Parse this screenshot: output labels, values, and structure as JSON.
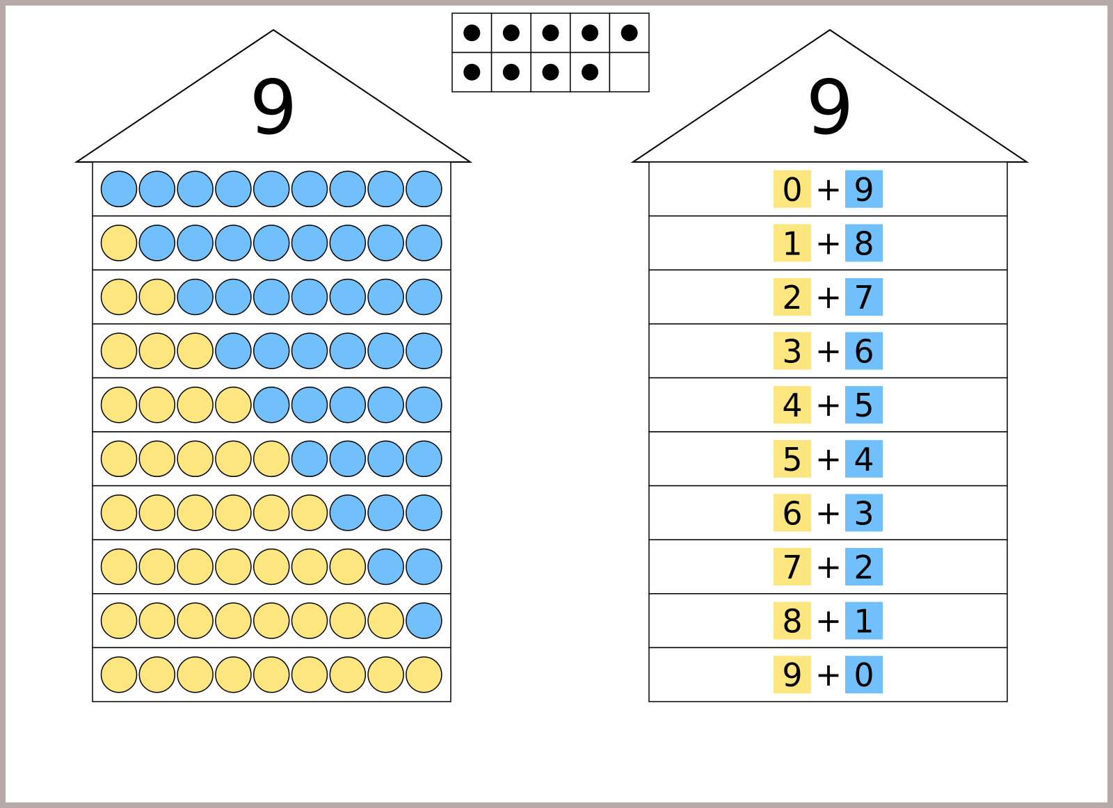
{
  "colors": {
    "yellow": "#fde57f",
    "blue": "#72c0fb",
    "outline": "#000000",
    "frame_background": "#b6aaa9",
    "page": "#ffffff"
  },
  "ten_frame": {
    "dots_filled": 9,
    "cells": 10
  },
  "left_house": {
    "roof_number": "9",
    "rows": [
      {
        "yellow": 0,
        "blue": 9
      },
      {
        "yellow": 1,
        "blue": 8
      },
      {
        "yellow": 2,
        "blue": 7
      },
      {
        "yellow": 3,
        "blue": 6
      },
      {
        "yellow": 4,
        "blue": 5
      },
      {
        "yellow": 5,
        "blue": 4
      },
      {
        "yellow": 6,
        "blue": 3
      },
      {
        "yellow": 7,
        "blue": 2
      },
      {
        "yellow": 8,
        "blue": 1
      },
      {
        "yellow": 9,
        "blue": 0
      }
    ]
  },
  "right_house": {
    "roof_number": "9",
    "operator": "+",
    "rows": [
      {
        "a": "0",
        "b": "9"
      },
      {
        "a": "1",
        "b": "8"
      },
      {
        "a": "2",
        "b": "7"
      },
      {
        "a": "3",
        "b": "6"
      },
      {
        "a": "4",
        "b": "5"
      },
      {
        "a": "5",
        "b": "4"
      },
      {
        "a": "6",
        "b": "3"
      },
      {
        "a": "7",
        "b": "2"
      },
      {
        "a": "8",
        "b": "1"
      },
      {
        "a": "9",
        "b": "0"
      }
    ]
  }
}
